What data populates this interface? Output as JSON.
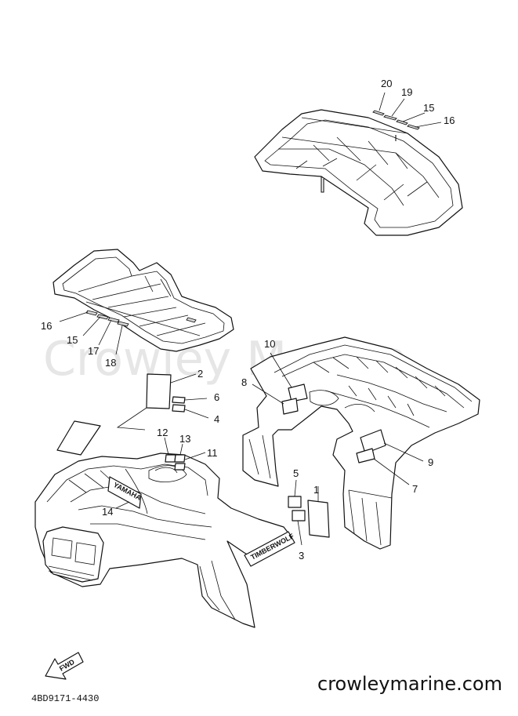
{
  "diagram": {
    "watermark": "Crowley Marine",
    "website": "crowleymarine.com",
    "part_code": "4BD9171-4430",
    "decal_yamaha": "YAMAHA",
    "decal_timberwolf": "TIMBERWOLF",
    "fwd_label": "FWD",
    "callouts": {
      "c20": "20",
      "c19": "19",
      "c15_top": "15",
      "c16_top": "16",
      "c16_left": "16",
      "c15_left": "15",
      "c17": "17",
      "c18": "18",
      "c2": "2",
      "c6": "6",
      "c4": "4",
      "c12": "12",
      "c13": "13",
      "c11": "11",
      "c14": "14",
      "c10": "10",
      "c8": "8",
      "c9": "9",
      "c7": "7",
      "c5": "5",
      "c1": "1",
      "c3": "3"
    }
  }
}
